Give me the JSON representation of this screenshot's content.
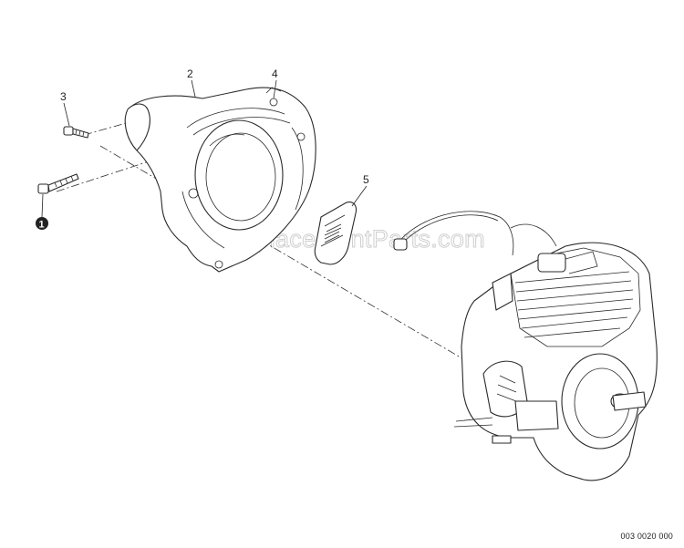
{
  "callouts": [
    {
      "id": "1",
      "label": "1",
      "style": "filled-circle"
    },
    {
      "id": "2",
      "label": "2"
    },
    {
      "id": "3",
      "label": "3"
    },
    {
      "id": "4",
      "label": "4"
    },
    {
      "id": "5",
      "label": "5"
    }
  ],
  "watermark": "eReplacementParts.com",
  "drawing_code": "003 0020 000"
}
